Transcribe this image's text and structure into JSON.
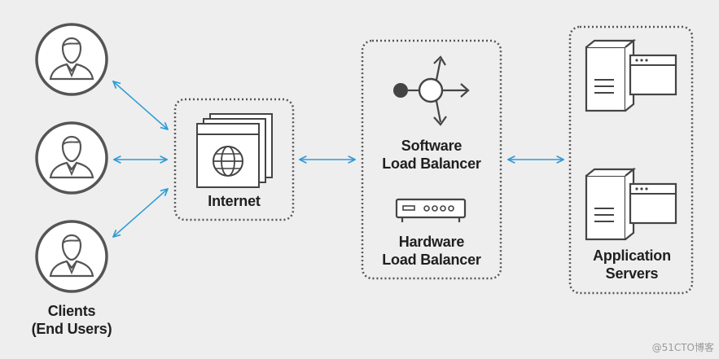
{
  "clients": {
    "label_line1": "Clients",
    "label_line2": "(End Users)",
    "icon": "user-icon"
  },
  "internet": {
    "label": "Internet",
    "icon": "globe-window-icon"
  },
  "load_balancers": {
    "software_line1": "Software",
    "software_line2": "Load Balancer",
    "hardware_line1": "Hardware",
    "hardware_line2": "Load Balancer"
  },
  "servers": {
    "label_line1": "Application",
    "label_line2": "Servers",
    "icon": "server-window-icon"
  },
  "watermark": "@51CTO博客",
  "colors": {
    "background": "#eeeeee",
    "arrow": "#2e9bd6",
    "outline": "#444444",
    "text": "#1f1f1f"
  }
}
